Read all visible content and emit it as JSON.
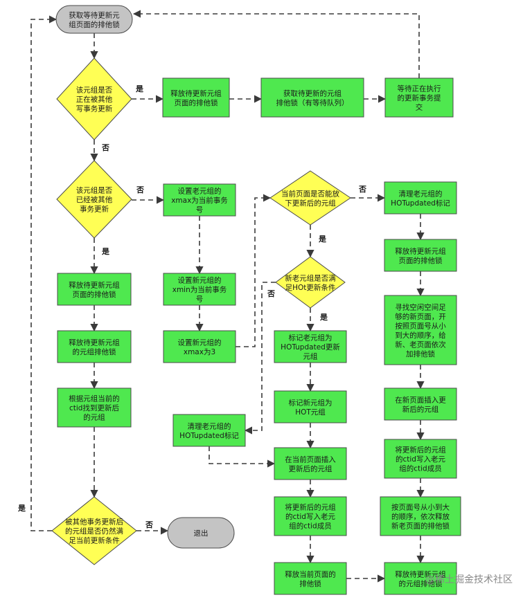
{
  "nodes": {
    "start": [
      "获取等待更新元",
      "组页面的排他锁"
    ],
    "d_locked": [
      "该元组是否",
      "正在被其他",
      "写事务更新"
    ],
    "d_updated": [
      "该元组是否",
      "已经被其他",
      "事务更新"
    ],
    "release_page_1": [
      "释放待更新元组",
      "页面的排他锁"
    ],
    "get_tuple_lock": [
      "获取待更新的元组",
      "排他锁（有等待队列）"
    ],
    "wait_commit": [
      "等待正在执行",
      "的更新事务提",
      "交"
    ],
    "release_page_2": [
      "释放待更新元组",
      "页面的排他锁"
    ],
    "release_tuple_lock": [
      "释放待更新元组",
      "的元组排他锁"
    ],
    "find_tuple": [
      "根据元组当前的",
      "ctid找到更新后",
      "的元组"
    ],
    "d_still_meets": [
      "被其他事务更新后",
      "的元组是否仍然满",
      "足当前更新条件"
    ],
    "exit": [
      "退出"
    ],
    "set_old_xmax": [
      "设置老元组的",
      "xmax为当前事务",
      "号"
    ],
    "set_new_xmin": [
      "设置新元组的",
      "xmin为当前事务",
      "号"
    ],
    "set_new_xmax": [
      "设置新元组的",
      "xmax为3"
    ],
    "d_fit_page": [
      "当前页面是否能放",
      "下更新后的元组"
    ],
    "d_hot": [
      "新老元组是否满",
      "足HOt更新条件"
    ],
    "mark_old_hot": [
      "标记老元组为",
      "HOTupdated更新",
      "元组"
    ],
    "mark_new_hot": [
      "标记新元组为",
      "HOT元组"
    ],
    "clear_hot_left": [
      "清理老元组的",
      "HOTupdated标记"
    ],
    "insert_cur": [
      "在当前页面插入",
      "更新后的元组"
    ],
    "write_ctid_left": [
      "将更新后的元组",
      "的ctid写入老元",
      "组的ctid成员"
    ],
    "release_cur_page": [
      "释放当前页面的",
      "排他锁"
    ],
    "clear_hot_right": [
      "清理老元组的",
      "HOTupdated标记"
    ],
    "release_page_3": [
      "释放待更新元组",
      "页面的排他锁"
    ],
    "find_space": [
      "寻找空闲空间足",
      "够的新页面，开",
      "按照页面号从小",
      "到大的顺序，给",
      "新、老页面依次",
      "加排他锁"
    ],
    "insert_new": [
      "在新页面插入更",
      "新后的元组"
    ],
    "write_ctid_right": [
      "将更新后的元组",
      "的ctid写入老元",
      "组的ctid成员"
    ],
    "release_by_order": [
      "按页面号从小到大",
      "的顺序，依次释放",
      "新老页面的排他锁"
    ],
    "release_final": [
      "释放待更新元组",
      "的元组排他锁"
    ]
  },
  "labels": {
    "yes": "是",
    "no": "否"
  },
  "watermark": "@稀土掘金技术社区"
}
